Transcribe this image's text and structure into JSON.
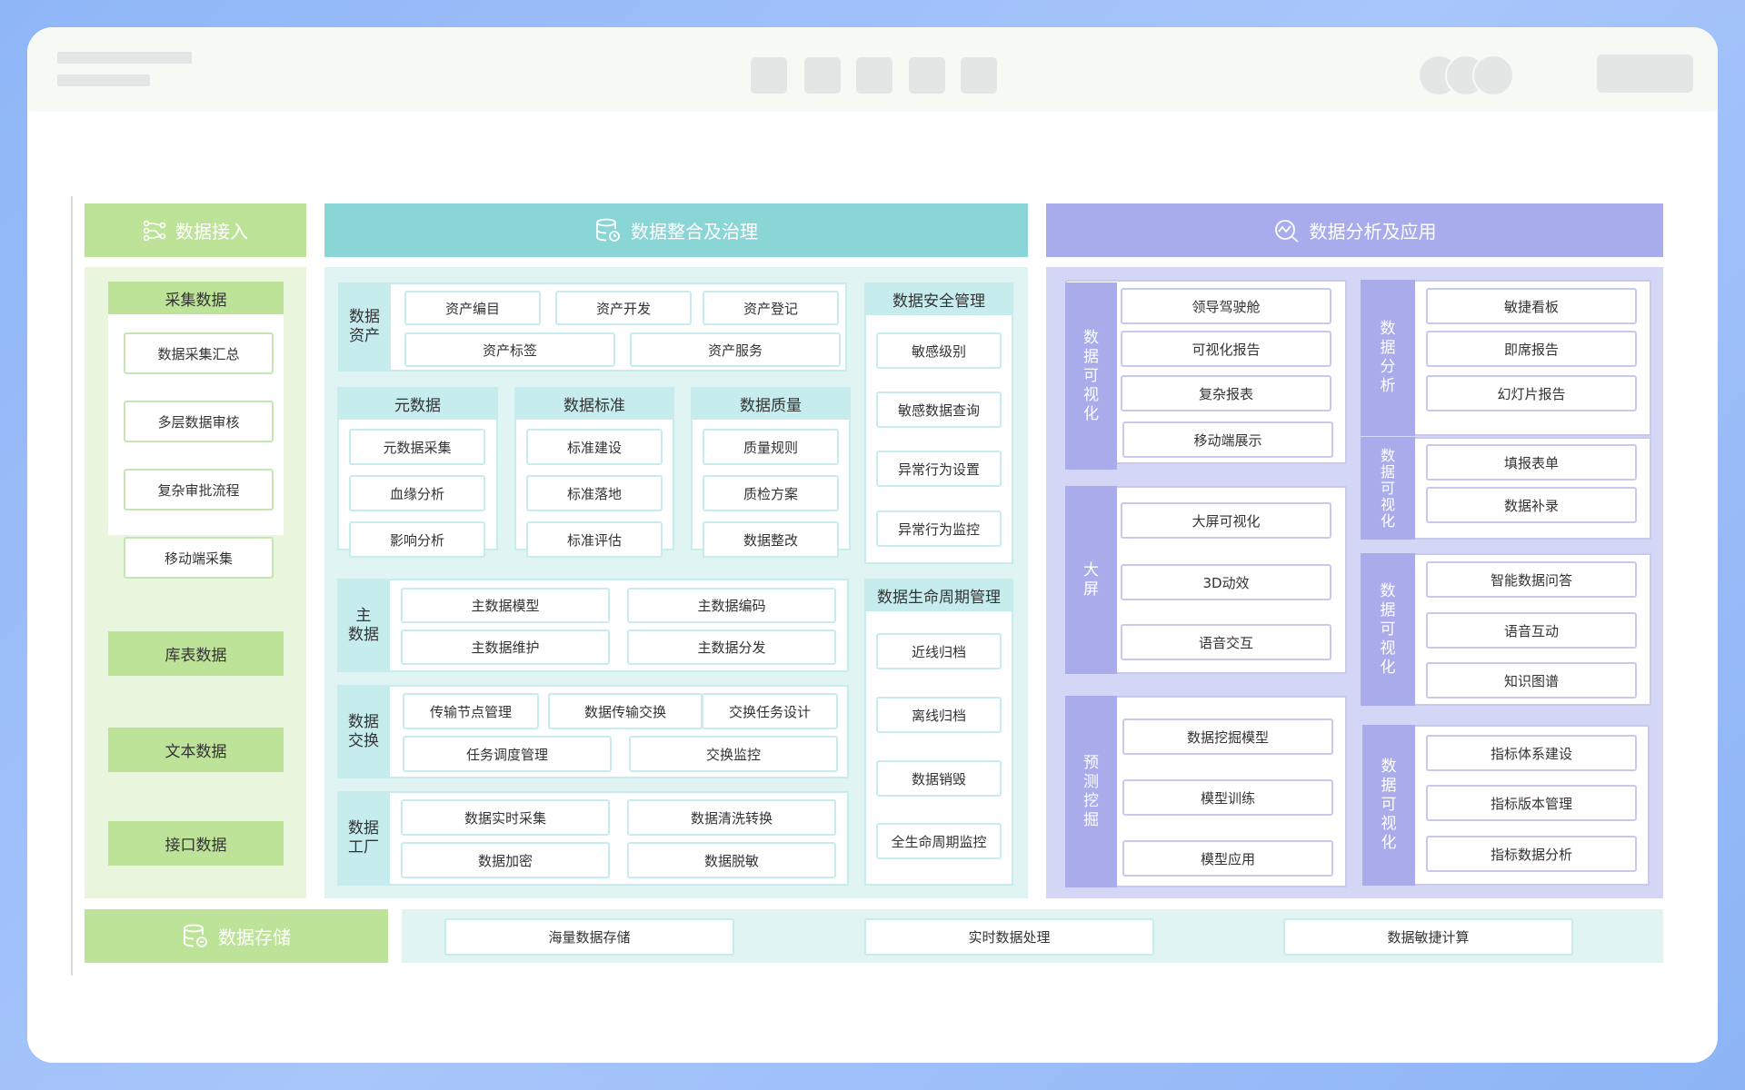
{
  "access": {
    "header": "数据接入",
    "collect_title": "采集数据",
    "collect_items": [
      "数据采集汇总",
      "多层数据审核",
      "复杂审批流程",
      "移动端采集"
    ],
    "tabs": [
      "库表数据",
      "文本数据",
      "接口数据"
    ]
  },
  "governance": {
    "header": "数据整合及治理",
    "asset": {
      "label": "数据\n资产",
      "items": [
        "资产编目",
        "资产开发",
        "资产登记",
        "资产标签",
        "资产服务"
      ]
    },
    "meta": {
      "title": "元数据",
      "items": [
        "元数据采集",
        "血缘分析",
        "影响分析"
      ]
    },
    "standard": {
      "title": "数据标准",
      "items": [
        "标准建设",
        "标准落地",
        "标准评估"
      ]
    },
    "quality": {
      "title": "数据质量",
      "items": [
        "质量规则",
        "质检方案",
        "数据整改"
      ]
    },
    "master": {
      "label": "主\n数据",
      "items": [
        "主数据模型",
        "主数据编码",
        "主数据维护",
        "主数据分发"
      ]
    },
    "exchange": {
      "label": "数据\n交换",
      "items": [
        "传输节点管理",
        "数据传输交换",
        "交换任务设计",
        "任务调度管理",
        "交换监控"
      ]
    },
    "factory": {
      "label": "数据\n工厂",
      "items": [
        "数据实时采集",
        "数据清洗转换",
        "数据加密",
        "数据脱敏"
      ]
    },
    "security": {
      "title": "数据安全管理",
      "items": [
        "敏感级别",
        "敏感数据查询",
        "异常行为设置",
        "异常行为监控"
      ]
    },
    "lifecycle": {
      "title": "数据生命周期管理",
      "items": [
        "近线归档",
        "离线归档",
        "数据销毁",
        "全生命周期监控"
      ]
    }
  },
  "analysis": {
    "header": "数据分析及应用",
    "vis": {
      "label": "数\n据\n可\n视\n化",
      "items": [
        "领导驾驶舱",
        "可视化报告",
        "复杂报表",
        "移动端展示"
      ]
    },
    "screen": {
      "label": "大\n屏",
      "items": [
        "大屏可视化",
        "3D动效",
        "语音交互"
      ]
    },
    "predict": {
      "label": "预\n测\n挖\n掘",
      "items": [
        "数据挖掘模型",
        "模型训练",
        "模型应用"
      ]
    },
    "analyze": {
      "label": "数\n据\n分\n析",
      "items": [
        "敏捷看板",
        "即席报告",
        "幻灯片报告"
      ]
    },
    "vis2": {
      "label": "数\n据\n可\n视\n化",
      "items": [
        "填报表单",
        "数据补录"
      ]
    },
    "vis3": {
      "label": "数\n据\n可\n视\n化",
      "items": [
        "智能数据问答",
        "语音互动",
        "知识图谱"
      ]
    },
    "vis4": {
      "label": "数\n据\n可\n视\n化",
      "items": [
        "指标体系建设",
        "指标版本管理",
        "指标数据分析"
      ]
    }
  },
  "storage": {
    "header": "数据存储",
    "items": [
      "海量数据存储",
      "实时数据处理",
      "数据敏捷计算"
    ]
  },
  "colors": {
    "green": "#bde399",
    "teal": "#8ad5d6",
    "purple": "#a8acec"
  },
  "icons": {
    "access": "network-icon",
    "governance": "database-icon",
    "analysis": "chart-search-icon",
    "storage": "database-icon"
  }
}
